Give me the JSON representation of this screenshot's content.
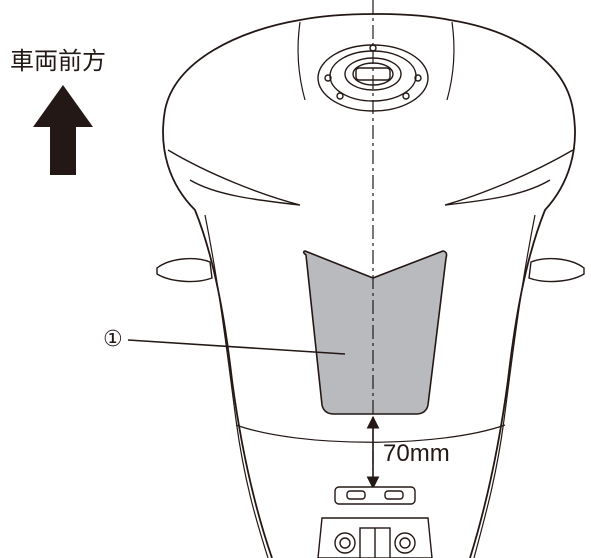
{
  "labels": {
    "direction": "車両前方",
    "callout": "①",
    "distance": "70mm"
  },
  "colors": {
    "line": "#231815",
    "pad_fill": "#b9babd",
    "background": "#ffffff"
  },
  "icons": {
    "forward_arrow": "arrow-up-icon"
  }
}
